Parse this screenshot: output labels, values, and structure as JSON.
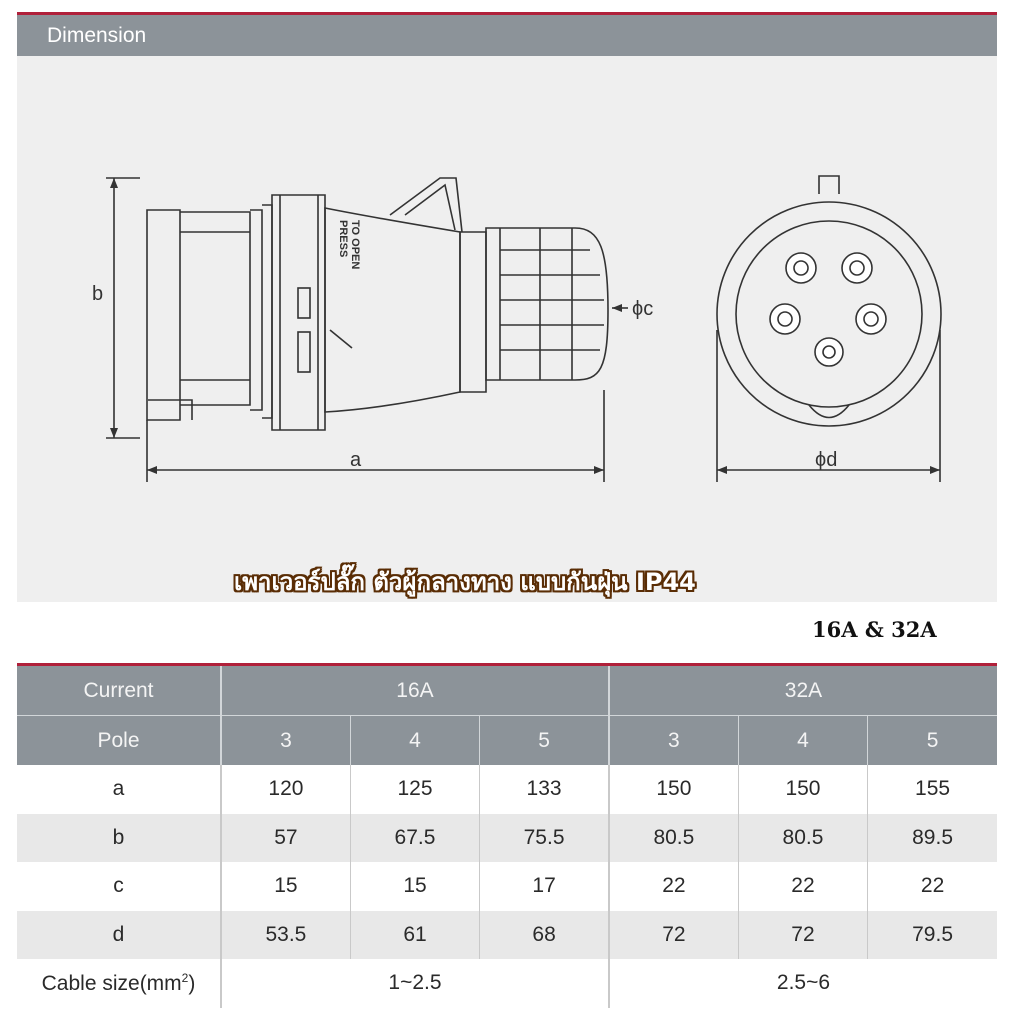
{
  "section": {
    "header": "Dimension"
  },
  "drawing": {
    "labels": {
      "a": "a",
      "b": "b",
      "c": "ϕc",
      "d": "ϕd"
    },
    "plug_text": [
      "PRESS",
      "TO OPEN"
    ]
  },
  "banner": {
    "title": "เพาเวอร์ปลั๊ก ตัวผู้กลางทาง แบบกันฝุ่น IP44",
    "subtitle": "16A & 32A"
  },
  "table": {
    "current_label": "Current",
    "current_groups": [
      "16A",
      "32A"
    ],
    "pole_label": "Pole",
    "poles": [
      "3",
      "4",
      "5",
      "3",
      "4",
      "5"
    ],
    "rows": [
      {
        "label": "a",
        "values": [
          "120",
          "125",
          "133",
          "150",
          "150",
          "155"
        ]
      },
      {
        "label": "b",
        "values": [
          "57",
          "67.5",
          "75.5",
          "80.5",
          "80.5",
          "89.5"
        ]
      },
      {
        "label": "c",
        "values": [
          "15",
          "15",
          "17",
          "22",
          "22",
          "22"
        ]
      },
      {
        "label": "d",
        "values": [
          "53.5",
          "61",
          "68",
          "72",
          "72",
          "79.5"
        ]
      }
    ],
    "cable": {
      "label": "Cable size(mm",
      "sup": "2",
      "suffix": ")",
      "values": [
        "1~2.5",
        "2.5~6"
      ]
    }
  },
  "colors": {
    "header_bg": "#8c9399",
    "accent_red": "#b0203a",
    "row_alt": "#e8e8e8",
    "banner_outline": "#5a2d05"
  }
}
